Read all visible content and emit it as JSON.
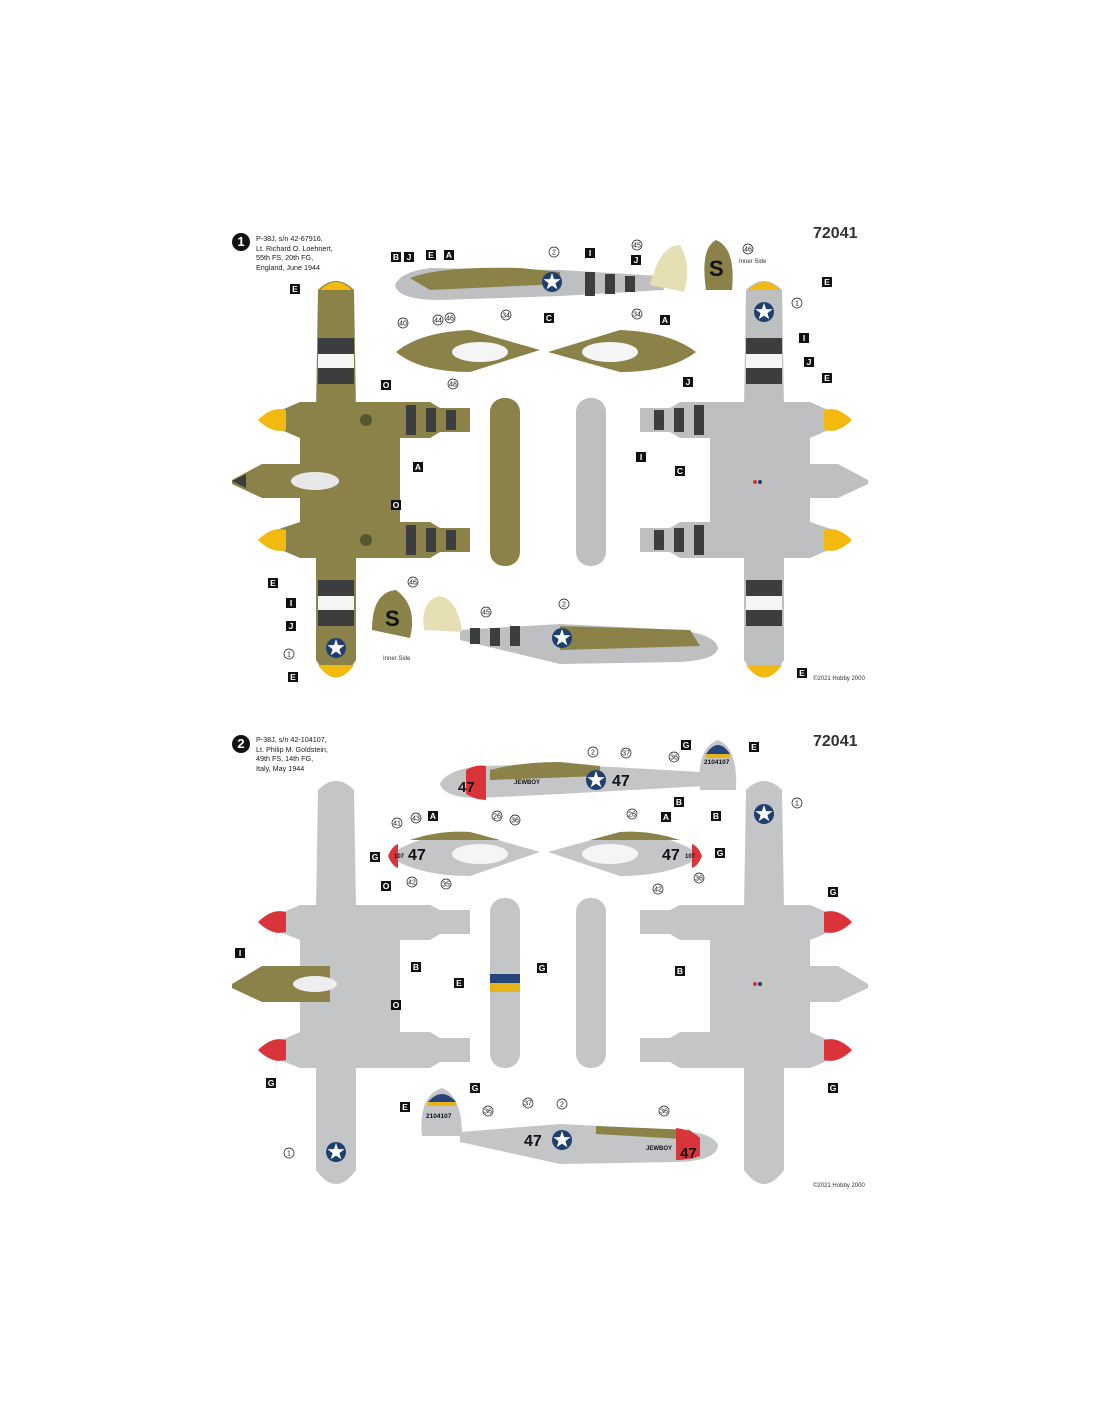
{
  "schemes": [
    {
      "number": "1",
      "caption": [
        "P-38J, s/n 42-67916,",
        "Lt. Richard O. Loehnert,",
        "55th FS, 20th FG,",
        "England, June 1944"
      ],
      "kit": "72041",
      "copyright": "©2021 Hobby 2000",
      "inner_side_top": "Inner Side",
      "inner_side_bottom": "Inner Side",
      "tail_letter": "S",
      "colors": {
        "upper": "#8a8248",
        "lower": "#bdbfc1",
        "stripe_black": "#3c3d3e",
        "stripe_white": "#f5f5f5",
        "spinner": "#f2b90f",
        "roundel_blue": "#1f3f6e"
      }
    },
    {
      "number": "2",
      "caption": [
        "P-38J, s/n 42-104107,",
        "Lt. Philip M. Goldstein,",
        "49th FS, 14th FG,",
        "Italy, May 1944"
      ],
      "kit": "72041",
      "copyright": "©2021 Hobby 2000",
      "side_code": "47",
      "nose_art": "JEWBOY",
      "serial": "2104107",
      "nose_serial": "107",
      "colors": {
        "aluminium": "#c3c5c7",
        "antiglare": "#8a8248",
        "spinner": "#d8343a",
        "tail_tip": "#24447a",
        "tail_band": "#e8b21a",
        "roundel_blue": "#1f3f6e"
      }
    }
  ],
  "labels1": [
    "B",
    "J",
    "E",
    "A",
    "I",
    "J",
    "E",
    "C",
    "A",
    "O",
    "I",
    "J",
    "A",
    "C",
    "E",
    "O",
    "J",
    "I",
    "E",
    "E",
    "I",
    "J",
    "E",
    "E"
  ],
  "nums1": [
    "2",
    "45",
    "46",
    "1",
    "40",
    "44",
    "46",
    "34",
    "34",
    "48",
    "46",
    "45",
    "1",
    "2"
  ],
  "labels2": [
    "G",
    "E",
    "B",
    "B",
    "A",
    "A",
    "G",
    "G",
    "O",
    "G",
    "B",
    "B",
    "I",
    "E",
    "G",
    "O",
    "G",
    "G",
    "G",
    "E"
  ],
  "nums2": [
    "2",
    "37",
    "36",
    "1",
    "41",
    "43",
    "26",
    "36",
    "26",
    "42",
    "35",
    "42",
    "36",
    "36",
    "37",
    "2",
    "1",
    "36"
  ]
}
